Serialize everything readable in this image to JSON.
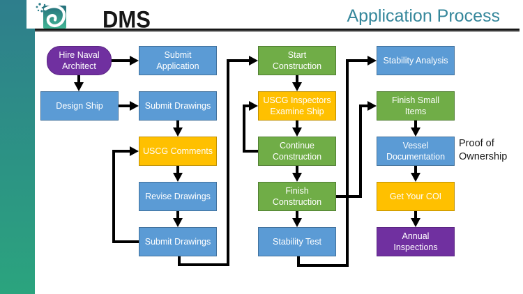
{
  "header": {
    "logo_text": "DMS",
    "title": "Application Process"
  },
  "colors": {
    "blue": "#5B9BD5",
    "blue_border": "#41719C",
    "green": "#70AD47",
    "green_border": "#507E32",
    "gold": "#FFC000",
    "gold_border": "#BF9000",
    "purple": "#7030A0",
    "purple_border": "#5B2683",
    "title_teal": "#35879B",
    "sidebar_top": "#2E7E8C",
    "sidebar_bottom": "#2BA47E",
    "connector": "#000000"
  },
  "flowchart": {
    "nodes": [
      {
        "id": "hire-naval-architect",
        "label": "Hire Naval\nArchitect",
        "color": "purple",
        "shape": "rounded"
      },
      {
        "id": "submit-application",
        "label": "Submit\nApplication",
        "color": "blue",
        "shape": "rect"
      },
      {
        "id": "design-ship",
        "label": "Design Ship",
        "color": "blue",
        "shape": "rect"
      },
      {
        "id": "submit-drawings-1",
        "label": "Submit Drawings",
        "color": "blue",
        "shape": "rect"
      },
      {
        "id": "uscg-comments",
        "label": "USCG Comments",
        "color": "gold",
        "shape": "rect"
      },
      {
        "id": "revise-drawings",
        "label": "Revise Drawings",
        "color": "blue",
        "shape": "rect"
      },
      {
        "id": "submit-drawings-2",
        "label": "Submit Drawings",
        "color": "blue",
        "shape": "rect"
      },
      {
        "id": "start-construction",
        "label": "Start\nConstruction",
        "color": "green",
        "shape": "rect"
      },
      {
        "id": "uscg-inspectors-examine-ship",
        "label": "USCG Inspectors\nExamine Ship",
        "color": "gold",
        "shape": "rect"
      },
      {
        "id": "continue-construction",
        "label": "Continue\nConstruction",
        "color": "green",
        "shape": "rect"
      },
      {
        "id": "finish-construction",
        "label": "Finish\nConstruction",
        "color": "green",
        "shape": "rect"
      },
      {
        "id": "stability-test",
        "label": "Stability Test",
        "color": "blue",
        "shape": "rect"
      },
      {
        "id": "stability-analysis",
        "label": "Stability Analysis",
        "color": "blue",
        "shape": "rect"
      },
      {
        "id": "finish-small-items",
        "label": "Finish Small\nItems",
        "color": "green",
        "shape": "rect"
      },
      {
        "id": "vessel-documentation",
        "label": "Vessel\nDocumentation",
        "color": "blue",
        "shape": "rect"
      },
      {
        "id": "get-your-coi",
        "label": "Get Your COI",
        "color": "gold",
        "shape": "rect"
      },
      {
        "id": "annual-inspections",
        "label": "Annual\nInspections",
        "color": "purple",
        "shape": "rect"
      }
    ],
    "edges": [
      {
        "from": "hire-naval-architect",
        "to": "submit-application"
      },
      {
        "from": "hire-naval-architect",
        "to": "design-ship"
      },
      {
        "from": "design-ship",
        "to": "submit-drawings-1"
      },
      {
        "from": "submit-drawings-1",
        "to": "uscg-comments"
      },
      {
        "from": "uscg-comments",
        "to": "revise-drawings"
      },
      {
        "from": "revise-drawings",
        "to": "submit-drawings-2"
      },
      {
        "from": "submit-drawings-2",
        "to": "uscg-comments"
      },
      {
        "from": "submit-drawings-2",
        "to": "start-construction"
      },
      {
        "from": "start-construction",
        "to": "uscg-inspectors-examine-ship"
      },
      {
        "from": "uscg-inspectors-examine-ship",
        "to": "continue-construction"
      },
      {
        "from": "continue-construction",
        "to": "uscg-inspectors-examine-ship"
      },
      {
        "from": "continue-construction",
        "to": "finish-construction"
      },
      {
        "from": "finish-construction",
        "to": "stability-test"
      },
      {
        "from": "finish-construction",
        "to": "finish-small-items"
      },
      {
        "from": "stability-test",
        "to": "stability-analysis"
      },
      {
        "from": "finish-small-items",
        "to": "vessel-documentation"
      },
      {
        "from": "vessel-documentation",
        "to": "get-your-coi"
      },
      {
        "from": "get-your-coi",
        "to": "annual-inspections"
      }
    ],
    "annotation": {
      "label": "Proof of\nOwnership"
    }
  }
}
